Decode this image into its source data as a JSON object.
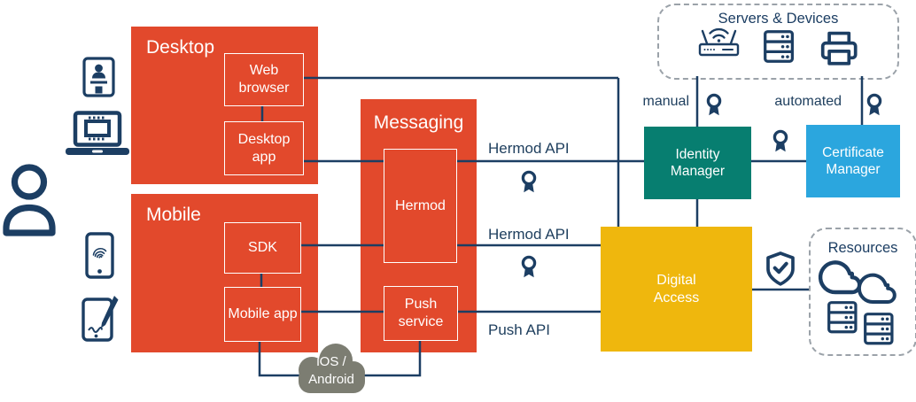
{
  "colors": {
    "orange": "#E2492C",
    "teal": "#077E70",
    "blue": "#2BA6DE",
    "yellow": "#EFB70D",
    "navy_lines": "#1C3E63",
    "cloud_gray": "#7C7D72",
    "dashed_border_gray": "#9BA2A9"
  },
  "user": {
    "icon": "user-icon"
  },
  "client_icons": [
    "id-card-icon",
    "laptop-icon",
    "phone-fingerprint-icon",
    "tablet-signature-icon"
  ],
  "groups": {
    "desktop": {
      "title": "Desktop",
      "items": [
        {
          "label": "Web browser"
        },
        {
          "label": "Desktop app"
        }
      ]
    },
    "mobile": {
      "title": "Mobile",
      "items": [
        {
          "label": "SDK"
        },
        {
          "label": "Mobile app"
        }
      ]
    },
    "messaging": {
      "title": "Messaging",
      "items": [
        {
          "label": "Hermod"
        },
        {
          "label": "Push service"
        }
      ]
    }
  },
  "nodes": {
    "identity_manager": {
      "label": "Identity Manager",
      "color": "#077E70"
    },
    "certificate_manager": {
      "label": "Certificate Manager",
      "color": "#2BA6DE"
    },
    "digital_access": {
      "label": "Digital Access",
      "color": "#EFB70D"
    },
    "ios_android": {
      "label": "iOS / Android",
      "color": "#7C7D72"
    }
  },
  "zones": {
    "servers_devices": {
      "title": "Servers & Devices",
      "icons": [
        "wifi-router-icon",
        "server-rack-icon",
        "printer-icon"
      ]
    },
    "resources": {
      "title": "Resources",
      "icons": [
        "cloud-icon",
        "cloud-icon",
        "server-rack-icon",
        "server-rack-icon"
      ]
    }
  },
  "edge_labels": {
    "hermod_api_top": "Hermod API",
    "hermod_api_bottom": "Hermod API",
    "push_api": "Push API",
    "manual": "manual",
    "automated": "automated"
  },
  "badges": {
    "certificate": "award-ribbon-icon",
    "secure": "shield-check-icon"
  }
}
